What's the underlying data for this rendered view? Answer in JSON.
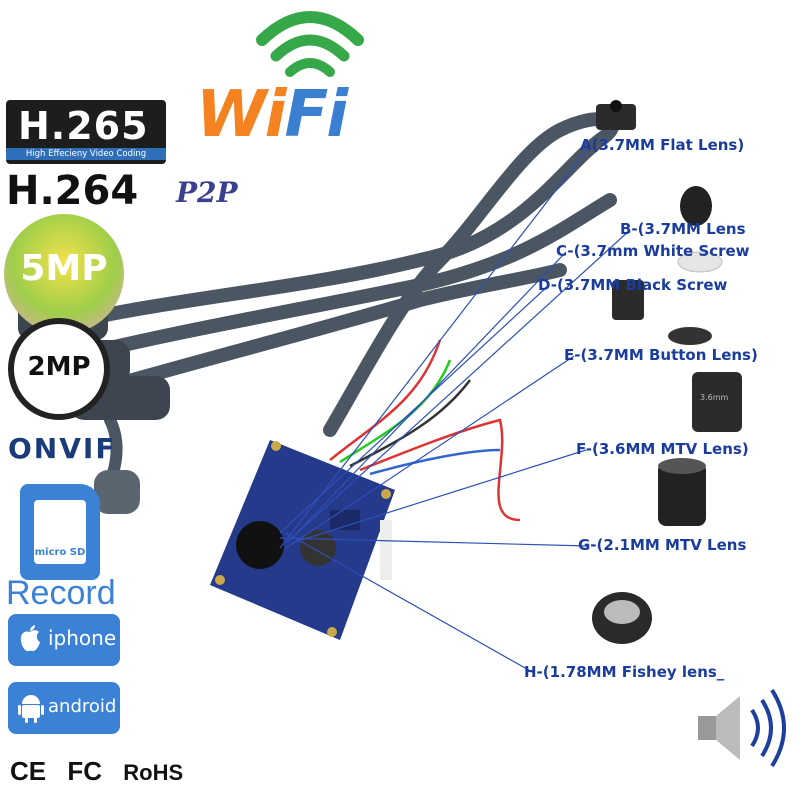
{
  "badges": {
    "h265": "H.265",
    "h265_sub": "High Effecieny Video Coding",
    "h264": "H.264",
    "wifi_w": "Wi",
    "wifi_f": "Fi",
    "p2p": "P2P",
    "mp5": "5MP",
    "mp2": "2MP",
    "onvif": "ONVIF",
    "micro_sd": "micro SD",
    "record": "Record",
    "iphone": "iphone",
    "android": "android",
    "ce": "CE",
    "fc": "FC",
    "rohs": "RoHS"
  },
  "lenses": [
    {
      "label": "A(3.7MM Flat Lens)"
    },
    {
      "label": "B-(3.7MM Lens"
    },
    {
      "label": "C-(3.7mm White Screw"
    },
    {
      "label": "D-(3.7MM  Black Screw"
    },
    {
      "label": "E-(3.7MM Button Lens)"
    },
    {
      "label": "F-(3.6MM MTV Lens)"
    },
    {
      "label": "G-(2.1MM MTV Lens"
    },
    {
      "label": "H-(1.78MM Fishey lens_"
    }
  ],
  "lens_print": "3.6mm",
  "colors": {
    "label_blue": "#1a3c9c",
    "pcb_blue": "#263a8c",
    "cable_gray": "#4b5663",
    "wifi_orange": "#f58220",
    "wifi_blue": "#3b7fd1",
    "badge_blue": "#3b82d6"
  }
}
